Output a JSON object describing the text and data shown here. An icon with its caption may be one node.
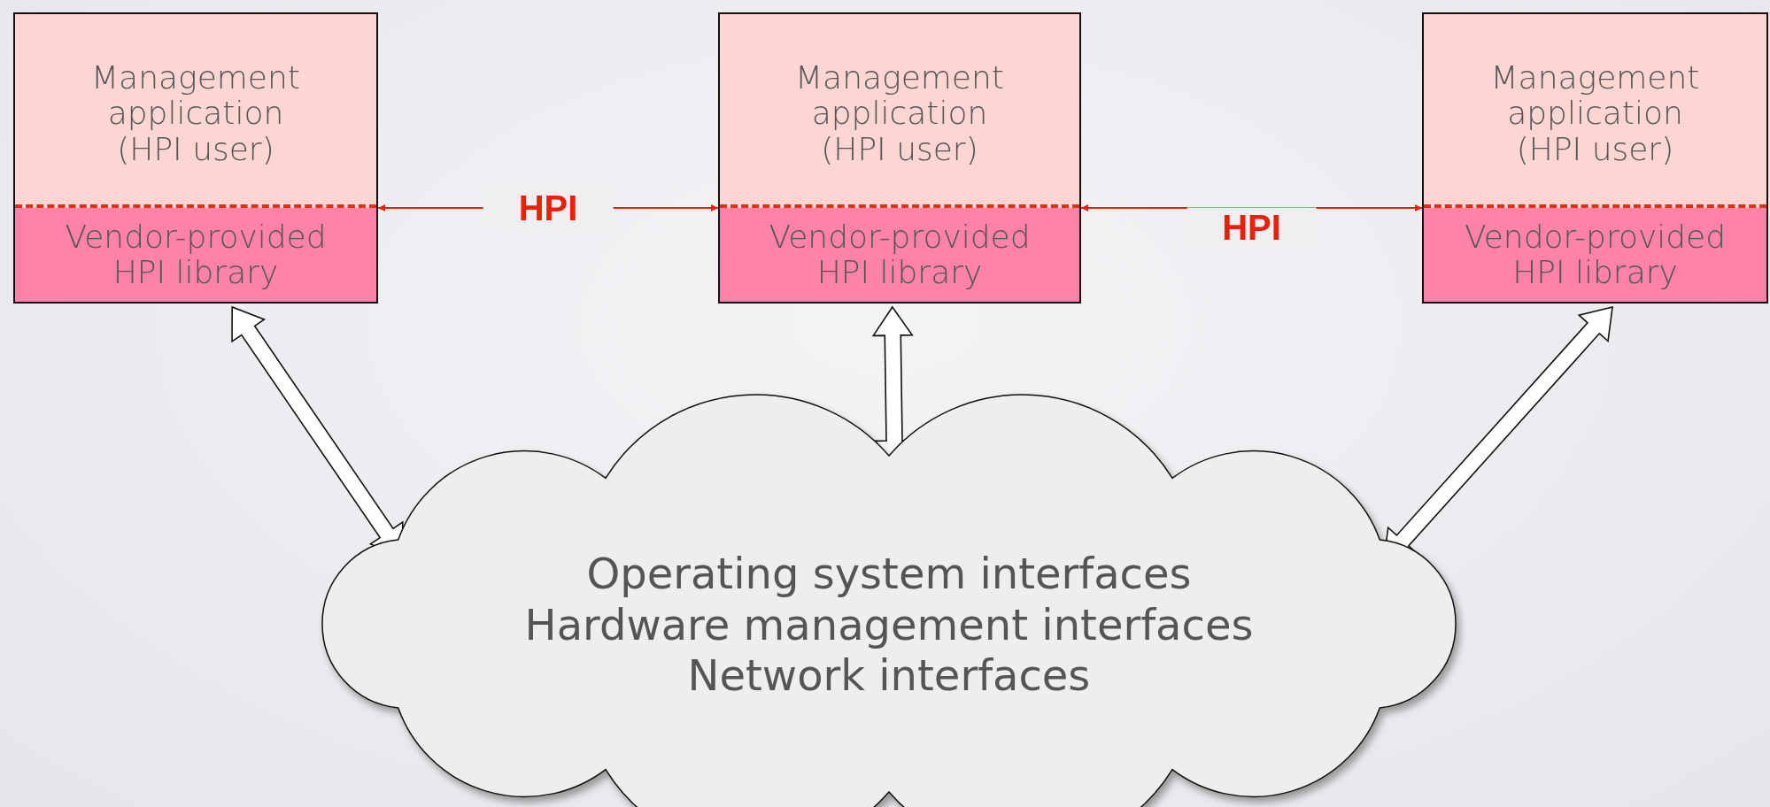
{
  "diagram": {
    "nodes": [
      {
        "text": [],
        "shape": "box"
      },
      {
        "text": [
          "Management application (HPI user)"
        ],
        "in": 0
      },
      {
        "text": [
          "Vendor-provided HPI library"
        ],
        "in": 0
      },
      {
        "text": [],
        "shape": "box"
      },
      {
        "text": [
          "Management application (HPI user)"
        ],
        "in": 3
      },
      {
        "text": [
          "Vendor-provided HPI library"
        ],
        "in": 3
      },
      {
        "text": [],
        "shape": "box"
      },
      {
        "text": [
          "Management application (HPI user)"
        ],
        "in": 6
      },
      {
        "text": [
          "Vendor-provided HPI library"
        ],
        "in": 6
      },
      {
        "text": [
          "Operating system interfaces",
          "Hardware management interfaces",
          "Network interfaces"
        ]
      }
    ],
    "edges": [
      {
        "from": 0,
        "to": 3,
        "arrow": "both",
        "label": "HPI",
        "color": "#e8210c"
      },
      {
        "from": 3,
        "to": 6,
        "arrow": "both",
        "label": "HPI",
        "color": "#e8210c"
      },
      {
        "from": 0,
        "to": 9,
        "arrow": "both",
        "style": "thick"
      },
      {
        "from": 3,
        "to": 9,
        "arrow": "both",
        "style": "thick"
      },
      {
        "from": 6,
        "to": 9,
        "arrow": "both",
        "style": "thick"
      }
    ]
  }
}
